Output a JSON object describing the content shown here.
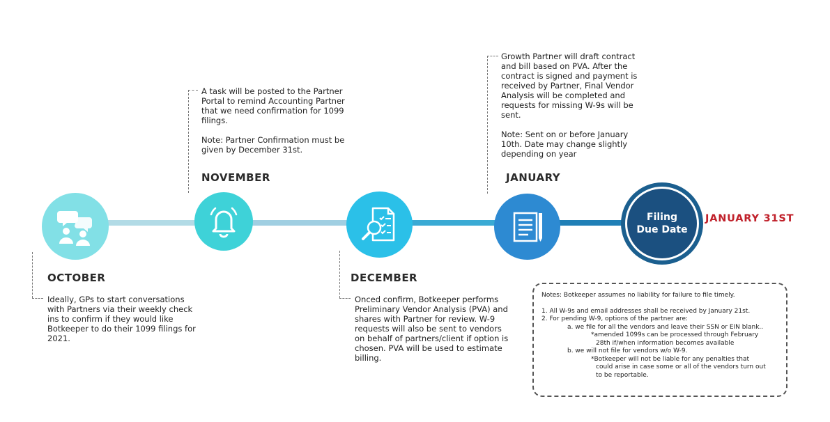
{
  "colors": {
    "node_1": "#82e0e6",
    "node_2": "#3ed2d8",
    "node_3": "#2bc0e8",
    "node_4": "#2d8ad2",
    "node_5": "#1b5080",
    "bar_1": "#b2dbe6",
    "bar_2": "#a0cfe2",
    "bar_3": "#3aaad4",
    "bar_4": "#1f7fb6",
    "bar_5": "#1b5f8f",
    "due_text": "#c0202a"
  },
  "icons": [
    "chat-people-icon",
    "bell-icon",
    "magnifier-checklist-icon",
    "document-pen-icon"
  ],
  "milestones": {
    "october": {
      "label": "OCTOBER",
      "text": "Ideally, GPs to start conversations with Partners via their weekly check ins to confirm if they would like Botkeeper to do their 1099 filings for 2021."
    },
    "november": {
      "label": "NOVEMBER",
      "text": "A task will be posted to the Partner Portal to remind Accounting Partner that we need confirmation for 1099 filings.",
      "note": "Note:  Partner Confirmation must be given by December 31st."
    },
    "december": {
      "label": "DECEMBER",
      "text": "Onced confirm, Botkeeper performs Preliminary Vendor Analysis (PVA) and shares with Partner for review. W-9 requests will also be sent to vendors on behalf of partners/client if option is chosen. PVA will be used to estimate billing."
    },
    "january": {
      "label": "JANUARY",
      "text": "Growth Partner will draft contract and bill based on PVA. After the contract is signed and payment is received by Partner, Final Vendor Analysis will be completed and requests for missing W-9s will be sent.",
      "note": "Note: Sent on or before January 10th. Date may change slightly depending on year"
    }
  },
  "filing": {
    "line1": "Filing",
    "line2": "Due Date",
    "date": "JANUARY 31ST"
  },
  "notes": {
    "title": "Notes: Botkeeper assumes no liability for failure to file timely.",
    "l1": "1. All W-9s and email addresses shall be received by January 21st.",
    "l2": "2. For  pending W-9, options of the partner are:",
    "l3": "a. we file for all the vendors and leave their SSN or EIN blank..",
    "l4": "*amended 1099s can be processed through February",
    "l5": "28th if/when information becomes available",
    "l6": "b. we will not file for vendors w/o W-9.",
    "l7": "*Botkeeper will not be liable for any penalties that",
    "l8": "could arise in case some or all of the vendors turn out",
    "l9": "to be reportable."
  }
}
